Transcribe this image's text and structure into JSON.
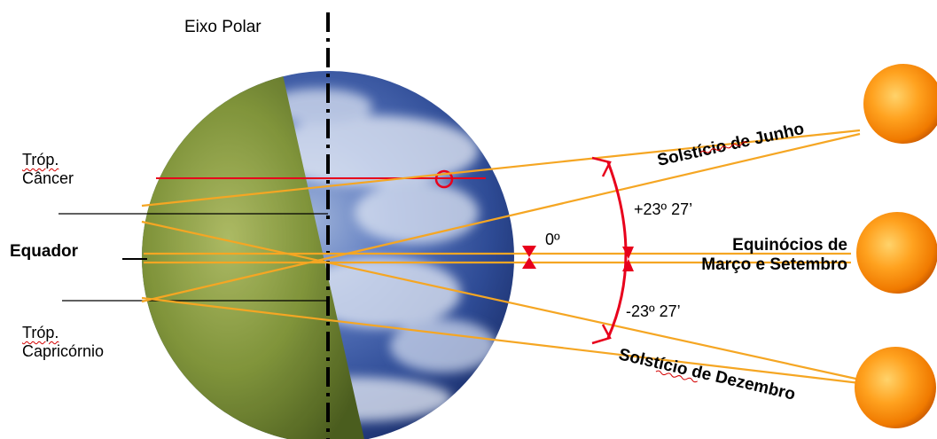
{
  "diagram": {
    "labels": {
      "polar_axis": "Eixo Polar",
      "tropic_cancer_line1": "Tróp.",
      "tropic_cancer_line2": "Câncer",
      "equator": "Equador",
      "tropic_capricorn_line1": "Tróp.",
      "tropic_capricorn_line2": "Capricórnio",
      "june_solstice": "Solstício de Junho",
      "december_solstice": "Solstício de Dezembro",
      "equinox_line1": "Equinócios de",
      "equinox_line2": "Março e Setembro",
      "angle_plus": "+23º 27’",
      "angle_minus": "-23º 27’",
      "angle_zero": "0º"
    },
    "colors": {
      "sunlight_rays": "#f5a623",
      "angle_arc": "#e8001c",
      "tropic_of_cancer_line": "#e8001c",
      "night_side": "#7f9a3a",
      "ocean_day_side": "#3c5aa8",
      "sun": "#ff9a10"
    },
    "icons": [
      "earth-globe-icon",
      "sun-icon"
    ]
  }
}
